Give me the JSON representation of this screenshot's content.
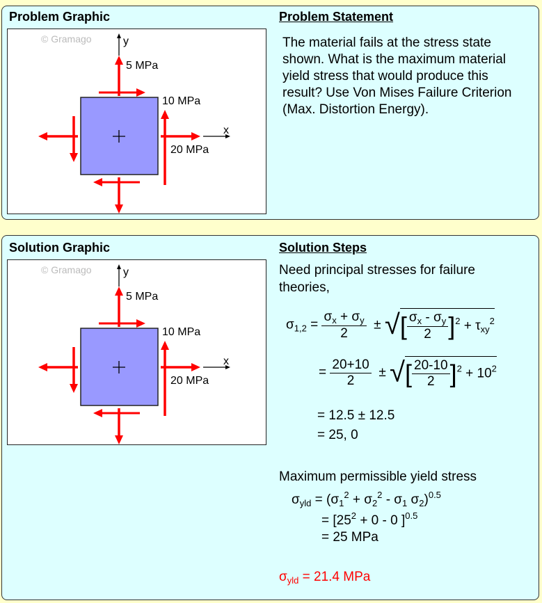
{
  "problem": {
    "graphic_title": "Problem Graphic",
    "statement_title": "Problem Statement",
    "statement": "The material fails at the stress state shown. What is the maximum material yield stress that would produce this result? Use Von Mises Failure Criterion (Max. Distortion Energy)."
  },
  "diagram": {
    "watermark": "© Gramago",
    "y_axis": "y",
    "x_axis": "x",
    "sigma_y_label": "5 MPa",
    "tau_label": "10 MPa",
    "sigma_x_label": "20 MPa",
    "colors": {
      "element": "#9999ff",
      "arrow": "#ff0000"
    }
  },
  "solution": {
    "graphic_title": "Solution Graphic",
    "steps_title": "Solution Steps",
    "intro_line1": "Need principal stresses for failure",
    "intro_line2": "theories,",
    "eq1_lhs": "σ",
    "eq1_lhs_sub": "1,2",
    "sx": "σ",
    "x": "x",
    "sy": "σ",
    "y": "y",
    "plus": " + ",
    "minus": " - ",
    "two": "2",
    "pm": "±",
    "tau": "τ",
    "xy": "xy",
    "sq": "2",
    "eq2_num": "20+10",
    "eq2_inner": "20-10",
    "eq2_tail": "+ 10",
    "eq3": "= 12.5 ± 12.5",
    "eq4": "= 25, 0",
    "max_title": "Maximum permissible yield stress",
    "yld_sub": "yld",
    "vm1_body": "= (σ",
    "vm1_rest": "- σ",
    "vm2": "= [25",
    "vm2_rest": "+ 0 - 0 ]",
    "exp": "0.5",
    "vm3": "= 25 MPa",
    "answer": "= 21.4 MPa"
  }
}
